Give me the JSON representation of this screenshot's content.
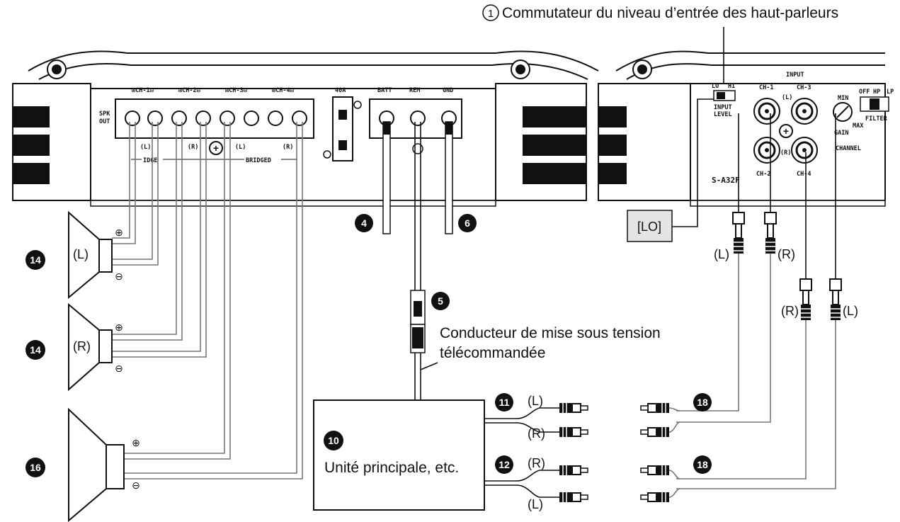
{
  "header_label": {
    "number": "1",
    "text": "Commutateur du niveau d’entrée des haut-parleurs"
  },
  "amp_left": {
    "channel_labels": [
      "⊞CH-1⊟",
      "⊞CH-2⊟",
      "⊞CH-3⊟",
      "⊞CH-4⊟"
    ],
    "spk_out": [
      "SPK",
      "OUT"
    ],
    "lr_labels": [
      "(L)",
      "(R)",
      "(L)",
      "(R)"
    ],
    "bridge_labels": [
      "IDGE",
      "BRIDGED"
    ],
    "fuse": "40A",
    "power_labels": [
      "BATT",
      "REM",
      "GND"
    ]
  },
  "amp_right": {
    "input": "INPUT",
    "input_channels": [
      "CH-1",
      "CH-3",
      "CH-2",
      "CH-4"
    ],
    "input_lr": [
      "(L)",
      "(R)"
    ],
    "level_switch": [
      "LO",
      "HI"
    ],
    "input_level": [
      "INPUT",
      "LEVEL"
    ],
    "gain": "GAIN",
    "gain_marks": [
      "MIN",
      "MAX"
    ],
    "filter": "FILTER",
    "filter_marks": [
      "OFF",
      "HP",
      "LP"
    ],
    "channel": "CHANNEL",
    "model": "S-A32F"
  },
  "callouts": {
    "lo": "[LO]",
    "remote_wire": [
      "Conducteur de mise sous tension",
      "télécommandée"
    ],
    "head_unit": "Unité principale, etc.",
    "rca_labels": [
      "(L)",
      "(R)",
      "(R)",
      "(L)"
    ],
    "cable_labels": [
      "(L)",
      "(R)",
      "(R)",
      "(L)"
    ],
    "speaker_labels": [
      "(L)",
      "(R)"
    ]
  },
  "badges": {
    "n4": "4",
    "n5": "5",
    "n6": "6",
    "n10": "10",
    "n11": "11",
    "n12": "12",
    "n14a": "14",
    "n14b": "14",
    "n16": "16",
    "n18a": "18",
    "n18b": "18"
  },
  "symbols": {
    "plus": "⊕",
    "minus": "⊖"
  }
}
